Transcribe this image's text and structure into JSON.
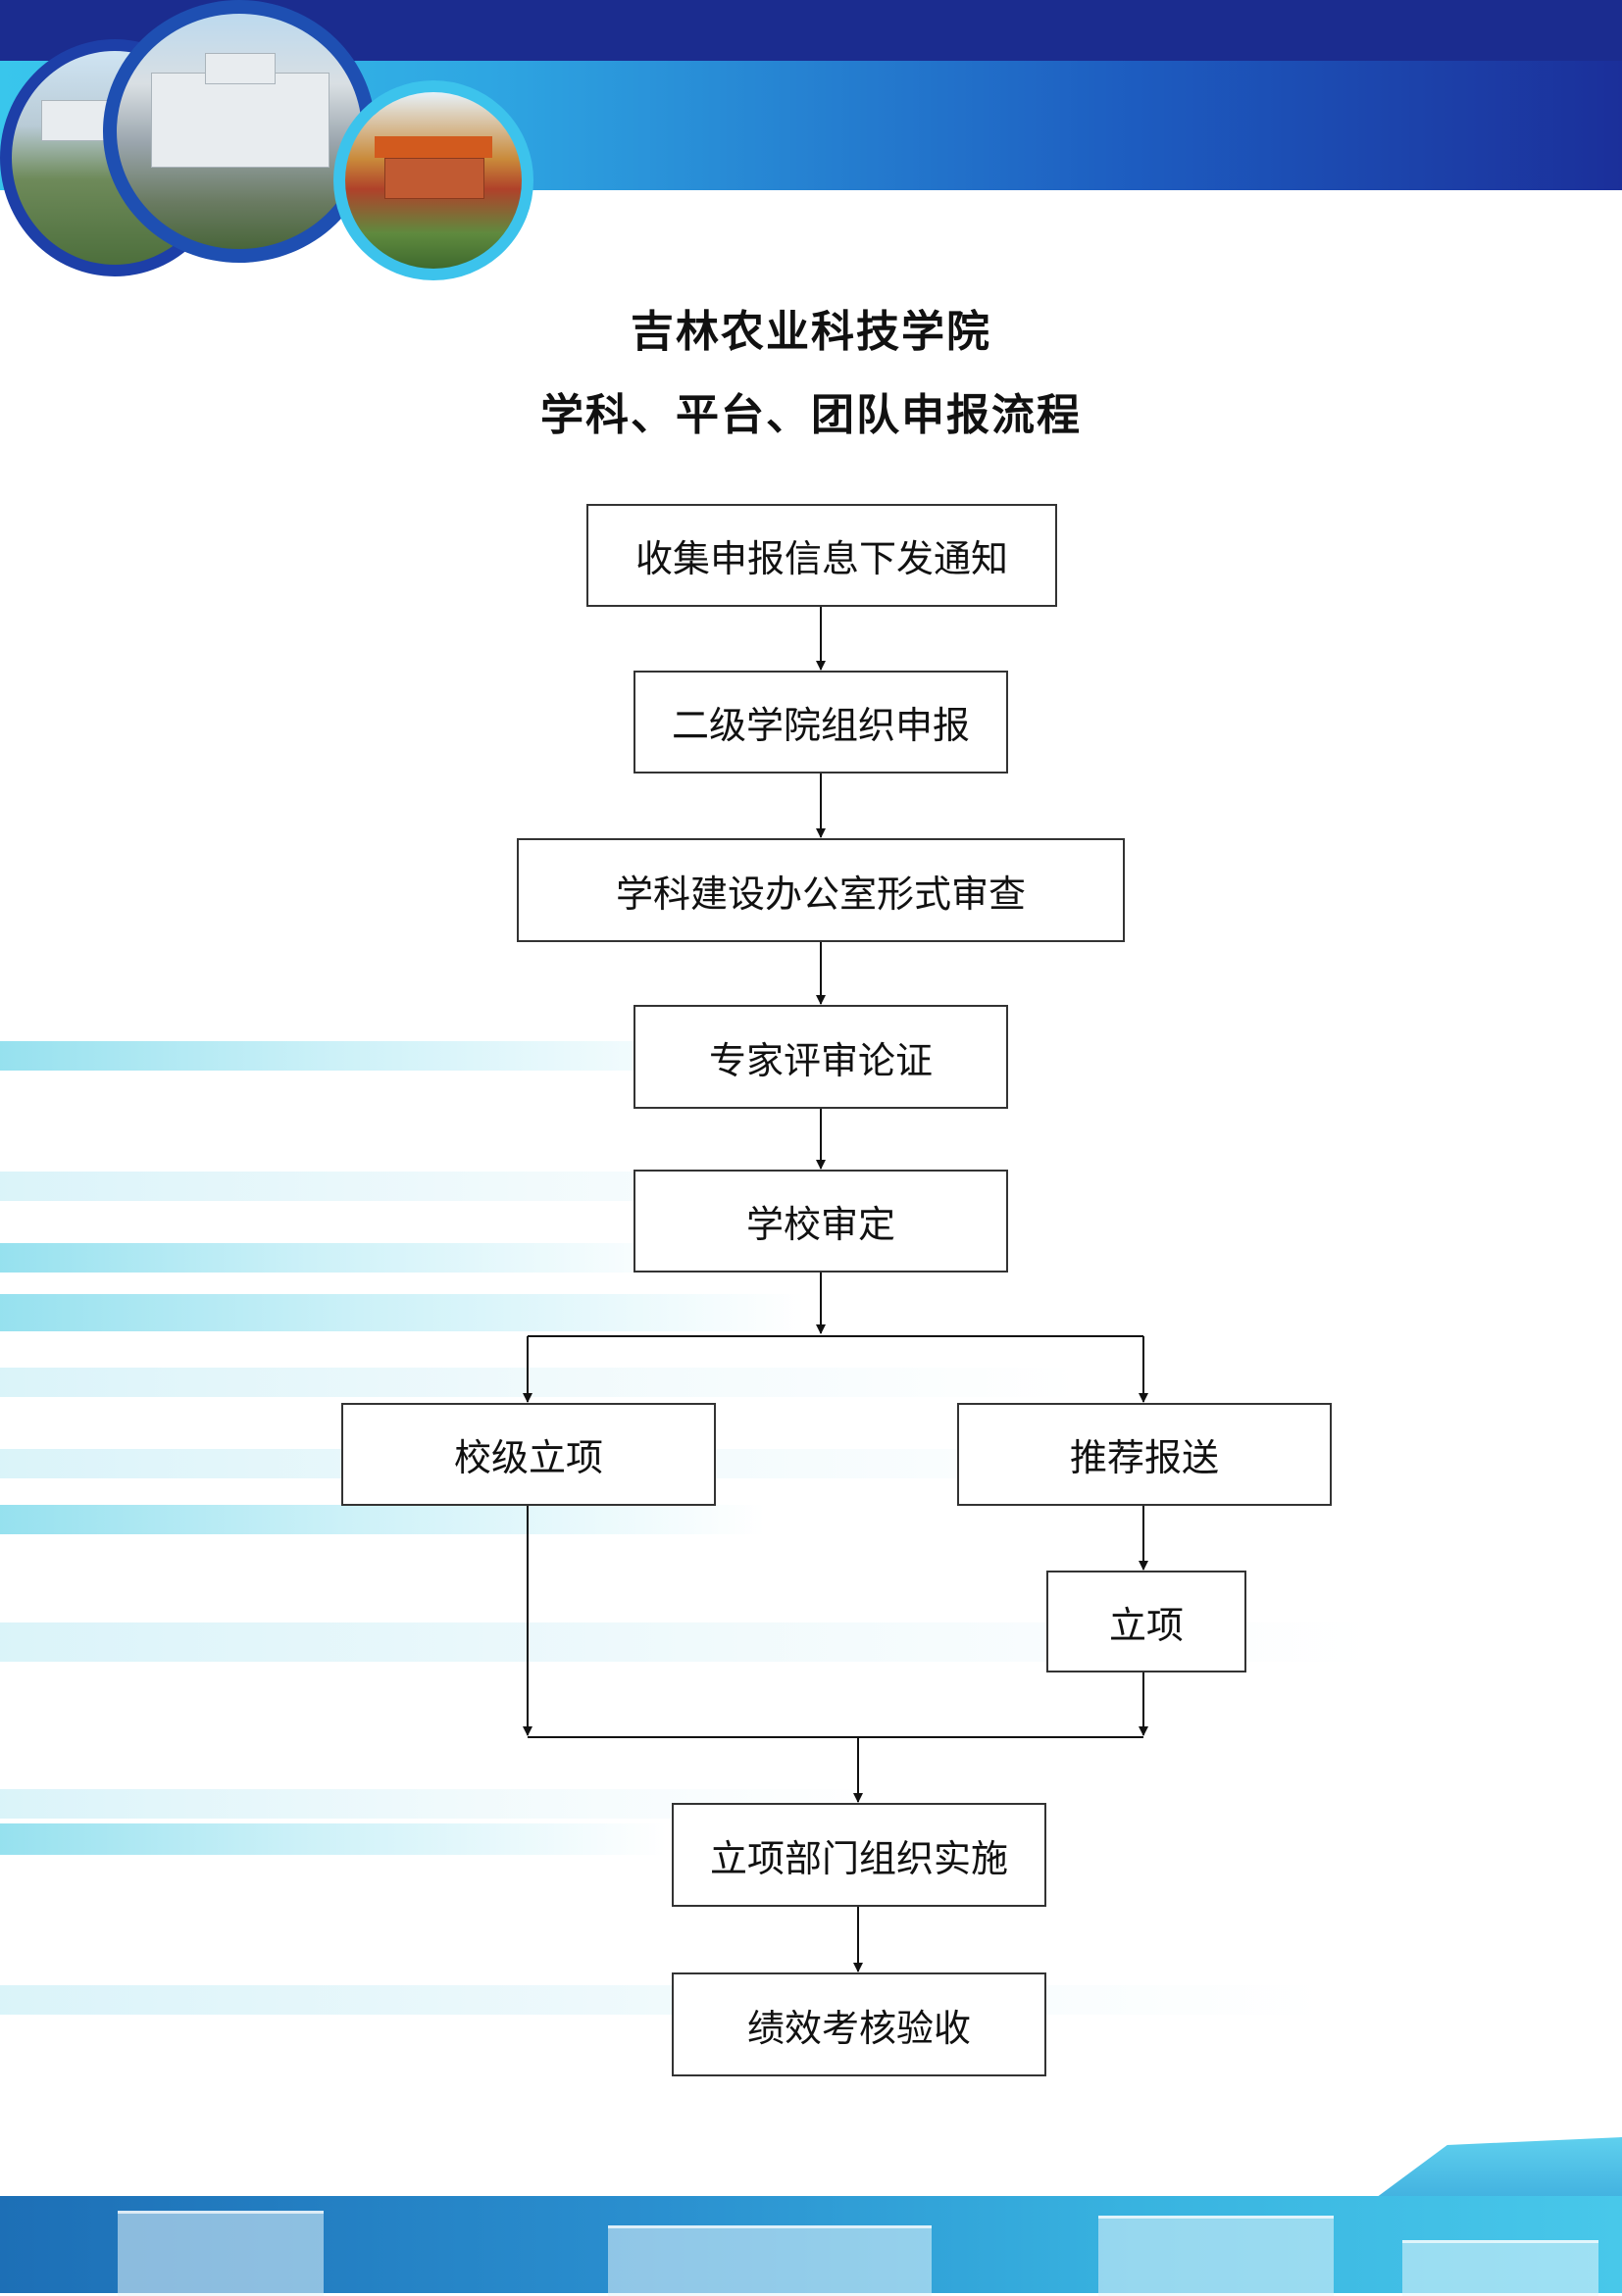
{
  "title": {
    "line1": "吉林农业科技学院",
    "line2": "学科、平台、团队申报流程"
  },
  "flow": {
    "step1": "收集申报信息下发通知",
    "step2": "二级学院组织申报",
    "step3": "学科建设办公室形式审查",
    "step4": "专家评审论证",
    "step5": "学校审定",
    "branch_left": "校级立项",
    "branch_right": "推荐报送",
    "branch_right_sub": "立项",
    "step6": "立项部门组织实施",
    "step7": "绩效考核验收"
  },
  "decor": {
    "header_photos": [
      "campus-aerial-photo",
      "main-building-photo",
      "traditional-building-photo"
    ],
    "footer_photo": "campus-panorama-photo"
  }
}
